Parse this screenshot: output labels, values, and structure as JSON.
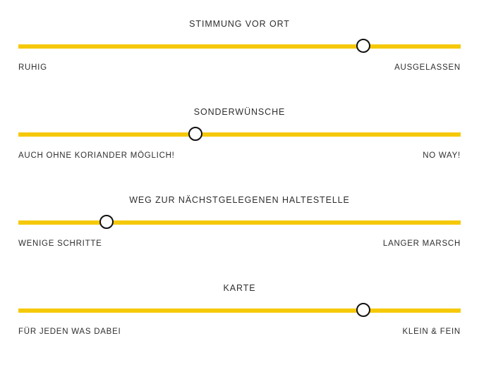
{
  "accent_color": "#f5c90a",
  "thumb_fill": "#ffffff",
  "thumb_border": "#111111",
  "text_color": "#2e2e2e",
  "background": "#ffffff",
  "sliders": [
    {
      "title": "STIMMUNG VOR ORT",
      "left_label": "RUHIG",
      "right_label": "AUSGELASSEN",
      "value_percent": 78
    },
    {
      "title": "SONDERWÜNSCHE",
      "left_label": "AUCH OHNE KORIANDER MÖGLICH!",
      "right_label": "NO WAY!",
      "value_percent": 40
    },
    {
      "title": "WEG ZUR NÄCHSTGELEGENEN HALTESTELLE",
      "left_label": "WENIGE SCHRITTE",
      "right_label": "LANGER MARSCH",
      "value_percent": 20
    },
    {
      "title": "KARTE",
      "left_label": "FÜR JEDEN WAS DABEI",
      "right_label": "KLEIN & FEIN",
      "value_percent": 78
    }
  ]
}
